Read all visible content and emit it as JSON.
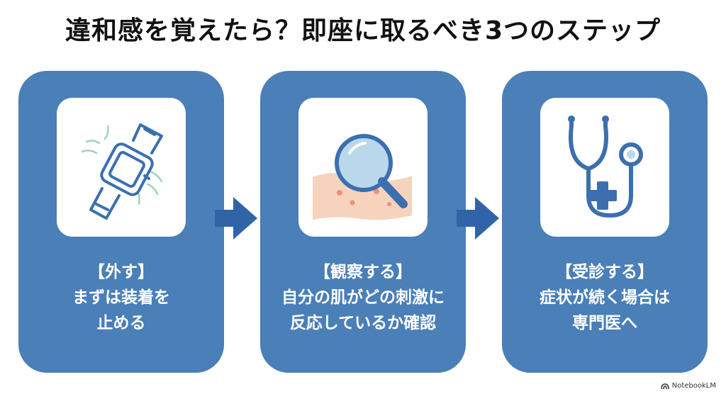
{
  "title": "違和感を覚えたら？即座に取るべき3つのステップ",
  "steps": [
    {
      "icon": "smartwatch-icon",
      "heading": "【外す】",
      "lines": [
        "まずは装着を",
        "止める"
      ]
    },
    {
      "icon": "magnifier-skin-icon",
      "heading": "【観察する】",
      "lines": [
        "自分の肌がどの刺激に",
        "反応しているか確認"
      ]
    },
    {
      "icon": "stethoscope-icon",
      "heading": "【受診する】",
      "lines": [
        "症状が続く場合は",
        "専門医へ"
      ]
    }
  ],
  "footer": {
    "brand": "NotebookLM"
  },
  "colors": {
    "card": "#4a7fb8",
    "arrow": "#2f65a8",
    "icon_stroke": "#3c6fb0",
    "accent_glass": "#b9d8ec",
    "skin": "#f6d3bd",
    "vibration": "#9fd3b8"
  }
}
